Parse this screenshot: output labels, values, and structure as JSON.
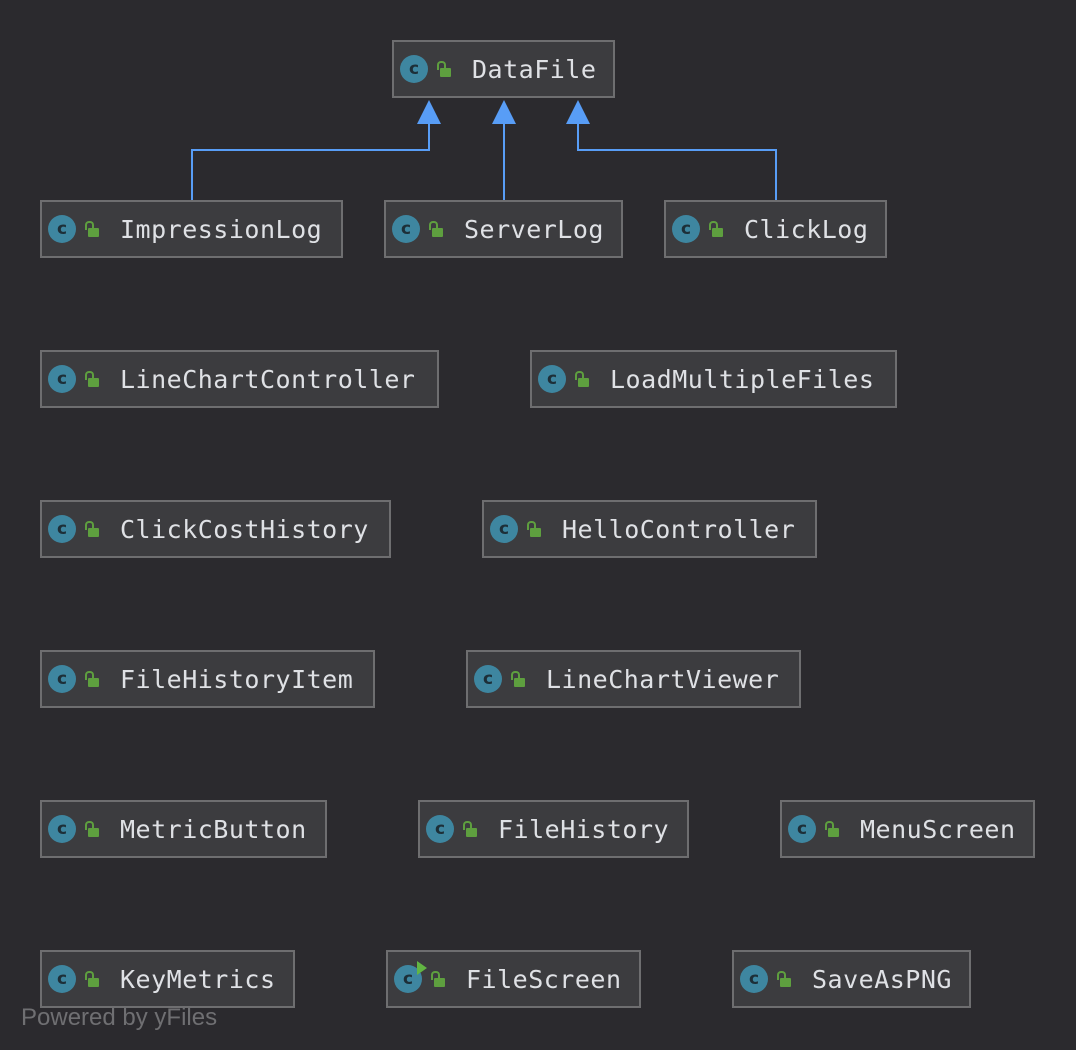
{
  "diagram": {
    "nodes": [
      {
        "id": "DataFile",
        "label": "DataFile",
        "icon": "class-icon",
        "icon_letter": "c",
        "modifier_icon": "public-lock-icon"
      },
      {
        "id": "ImpressionLog",
        "label": "ImpressionLog",
        "icon": "class-icon",
        "icon_letter": "c",
        "modifier_icon": "public-lock-icon"
      },
      {
        "id": "ServerLog",
        "label": "ServerLog",
        "icon": "class-icon",
        "icon_letter": "c",
        "modifier_icon": "public-lock-icon"
      },
      {
        "id": "ClickLog",
        "label": "ClickLog",
        "icon": "class-icon",
        "icon_letter": "c",
        "modifier_icon": "public-lock-icon"
      },
      {
        "id": "LineChartController",
        "label": "LineChartController",
        "icon": "class-icon",
        "icon_letter": "c",
        "modifier_icon": "public-lock-icon"
      },
      {
        "id": "LoadMultipleFiles",
        "label": "LoadMultipleFiles",
        "icon": "class-icon",
        "icon_letter": "c",
        "modifier_icon": "public-lock-icon"
      },
      {
        "id": "ClickCostHistory",
        "label": "ClickCostHistory",
        "icon": "class-icon",
        "icon_letter": "c",
        "modifier_icon": "public-lock-icon"
      },
      {
        "id": "HelloController",
        "label": "HelloController",
        "icon": "class-icon",
        "icon_letter": "c",
        "modifier_icon": "public-lock-icon"
      },
      {
        "id": "FileHistoryItem",
        "label": "FileHistoryItem",
        "icon": "class-icon",
        "icon_letter": "c",
        "modifier_icon": "public-lock-icon"
      },
      {
        "id": "LineChartViewer",
        "label": "LineChartViewer",
        "icon": "class-icon",
        "icon_letter": "c",
        "modifier_icon": "public-lock-icon"
      },
      {
        "id": "MetricButton",
        "label": "MetricButton",
        "icon": "class-icon",
        "icon_letter": "c",
        "modifier_icon": "public-lock-icon"
      },
      {
        "id": "FileHistory",
        "label": "FileHistory",
        "icon": "class-icon",
        "icon_letter": "c",
        "modifier_icon": "public-lock-icon"
      },
      {
        "id": "MenuScreen",
        "label": "MenuScreen",
        "icon": "class-icon",
        "icon_letter": "c",
        "modifier_icon": "public-lock-icon"
      },
      {
        "id": "KeyMetrics",
        "label": "KeyMetrics",
        "icon": "class-icon",
        "icon_letter": "c",
        "modifier_icon": "public-lock-icon"
      },
      {
        "id": "FileScreen",
        "label": "FileScreen",
        "icon": "runnable-class-icon",
        "icon_letter": "c",
        "modifier_icon": "public-lock-icon"
      },
      {
        "id": "SaveAsPNG",
        "label": "SaveAsPNG",
        "icon": "class-icon",
        "icon_letter": "c",
        "modifier_icon": "public-lock-icon"
      }
    ],
    "edges": [
      {
        "from": "ImpressionLog",
        "to": "DataFile",
        "type": "extends"
      },
      {
        "from": "ServerLog",
        "to": "DataFile",
        "type": "extends"
      },
      {
        "from": "ClickLog",
        "to": "DataFile",
        "type": "extends"
      }
    ],
    "colors": {
      "background": "#2b2a2e",
      "node_fill": "#3c3c3f",
      "node_border": "#6e6e70",
      "edge": "#589df6",
      "class_icon": "#3e86a0",
      "lock_icon": "#5e9f3f",
      "run_marker": "#62b543",
      "text": "#dfe1e5"
    }
  },
  "watermark": "Powered by yFiles"
}
